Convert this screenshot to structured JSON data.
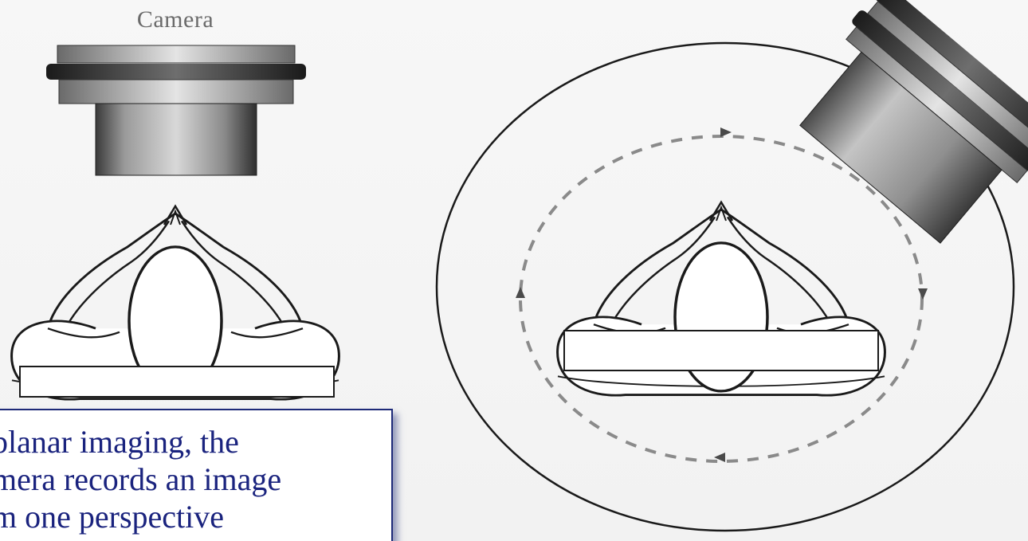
{
  "labels": {
    "camera": "Camera"
  },
  "caption": {
    "line1": "planar imaging, the",
    "line2": "mera records an image",
    "line3": "m one perspective"
  },
  "colors": {
    "caption_text": "#1a237e",
    "caption_border": "#1e2a78",
    "outline": "#1a1a1a",
    "background": "#f4f4f4"
  },
  "icons": {
    "left_camera": "gamma-camera-head",
    "right_camera": "rotating-gamma-camera-head",
    "patient": "supine-patient-figure",
    "rotation_path": "dashed-orbit-arrows"
  }
}
